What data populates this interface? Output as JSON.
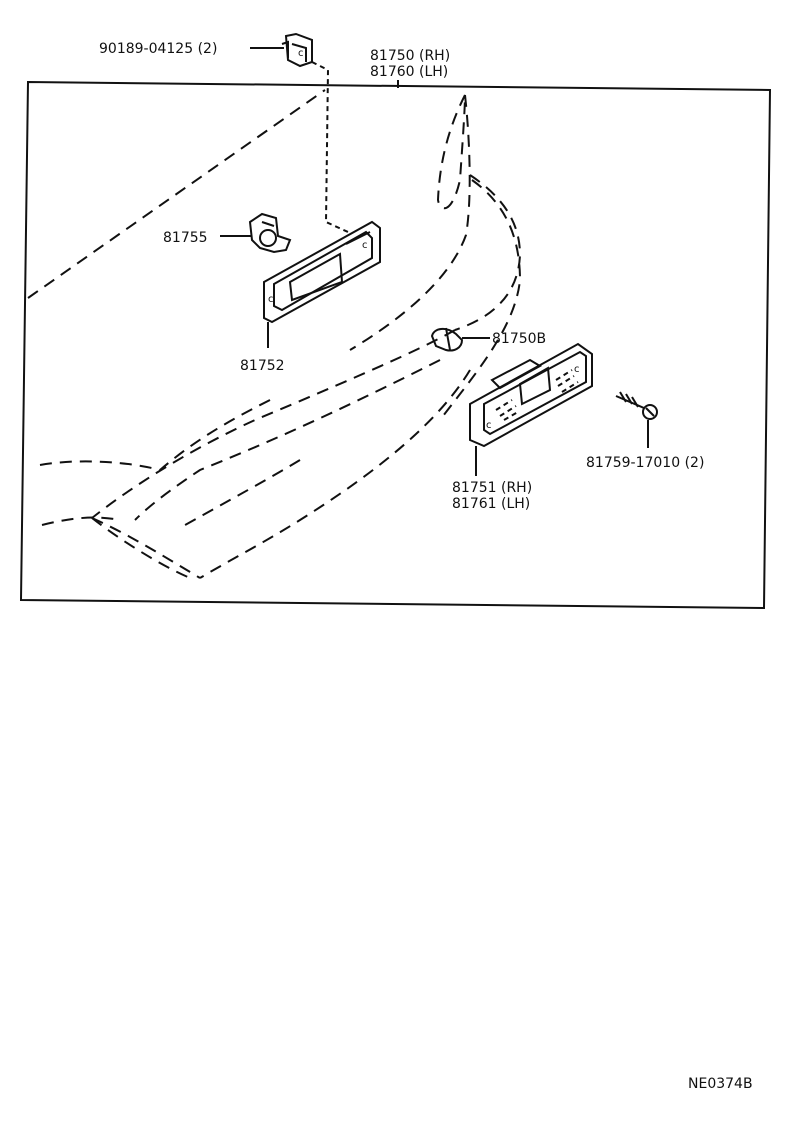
{
  "labels": {
    "clip_top": "90189-04125 (2)",
    "lamp_rh": "81750 (RH)",
    "lamp_lh": "81760 (LH)",
    "socket": "81755",
    "gasket": "81752",
    "bulb": "81750B",
    "lens_rh": "81751 (RH)",
    "lens_lh": "81761 (LH)",
    "screw": "81759-17010 (2)"
  },
  "catalog_code": "NE0374B"
}
